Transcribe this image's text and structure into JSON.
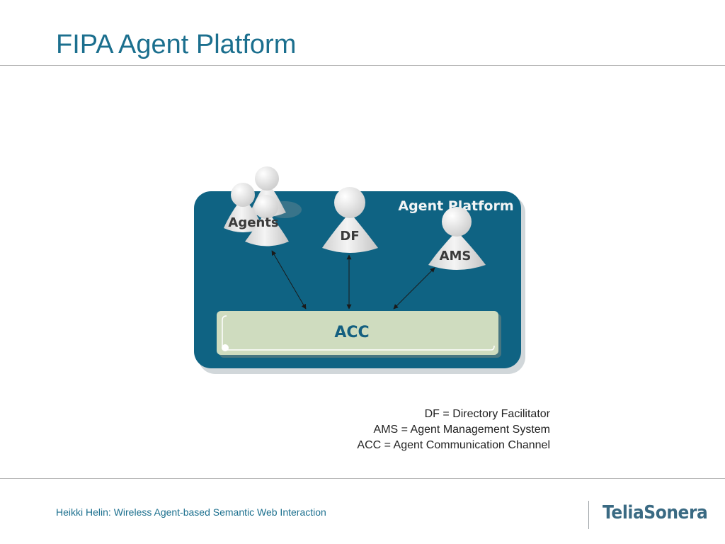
{
  "slide": {
    "title": "FIPA Agent Platform"
  },
  "diagram": {
    "platform_label": "Agent Platform",
    "agents_label": "Agents",
    "df_label": "DF",
    "ams_label": "AMS",
    "acc_label": "ACC"
  },
  "legend": [
    "DF = Directory Facilitator",
    "AMS = Agent Management System",
    "ACC = Agent Communication Channel"
  ],
  "footer": {
    "text": "Heikki Helin: Wireless Agent-based Semantic Web Interaction",
    "logo": "TeliaSonera"
  },
  "colors": {
    "title": "#1b6f8e",
    "platform": "#0f6383",
    "acc_fill": "#cfdcbf",
    "figure": "#e2e2e2"
  }
}
